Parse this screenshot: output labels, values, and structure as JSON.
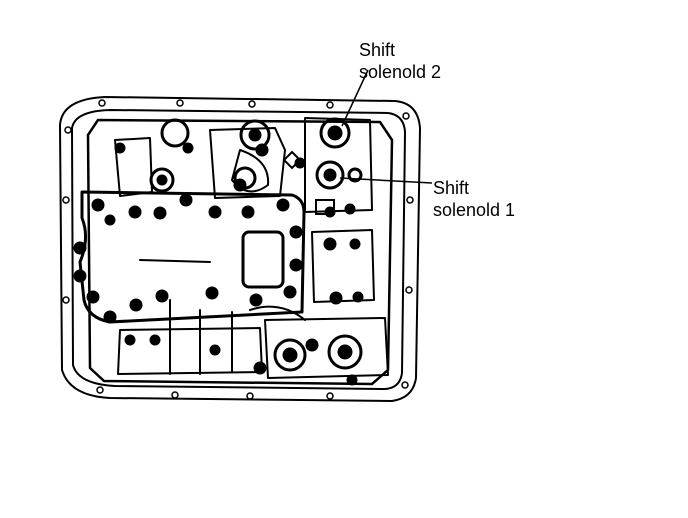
{
  "callouts": {
    "solenoid_2": {
      "line1": "Shift",
      "line2": "solenold 2"
    },
    "solenoid_1": {
      "line1": "Shift",
      "line2": "solenold 1"
    }
  },
  "colors": {
    "ink": "#000000",
    "paper": "#ffffff"
  }
}
